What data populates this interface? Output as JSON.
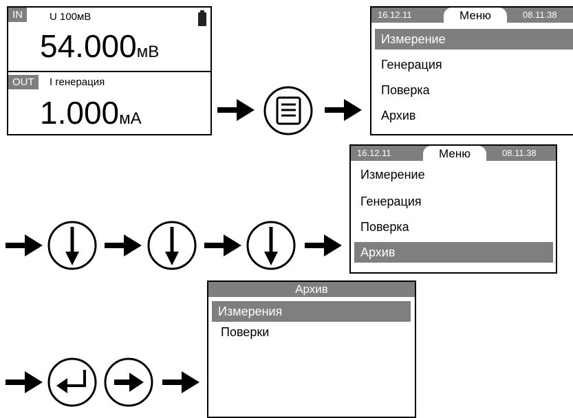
{
  "screen_main": {
    "in_tag": "IN",
    "in_channel": "U 100мВ",
    "in_value": "54.000",
    "in_unit": "мВ",
    "out_tag": "OUT",
    "out_channel": "I генерация",
    "out_value": "1.000",
    "out_unit": "мА"
  },
  "menu1": {
    "date": "16.12.11",
    "title": "Меню",
    "time": "08.11.38",
    "items": [
      "Измерение",
      "Генерация",
      "Поверка",
      "Архив"
    ],
    "selected": 0
  },
  "menu2": {
    "date": "16.12.11",
    "title": "Меню",
    "time": "08.11.38",
    "items": [
      "Измерение",
      "Генерация",
      "Поверка",
      "Архив"
    ],
    "selected": 3
  },
  "archive": {
    "title": "Архив",
    "items": [
      "Измерения",
      "Поверки"
    ],
    "selected": 0
  },
  "icons": {
    "step1": [
      "arrow-right-icon",
      "menu-button-icon",
      "arrow-right-icon"
    ],
    "step2": [
      "arrow-right-icon",
      "down-button-icon",
      "arrow-right-icon",
      "down-button-icon",
      "arrow-right-icon",
      "down-button-icon",
      "arrow-right-icon"
    ],
    "step3": [
      "arrow-right-icon",
      "enter-button-icon",
      "right-button-icon",
      "arrow-right-icon"
    ]
  },
  "colors": {
    "highlight": "#7f7f7f",
    "stroke": "#000000"
  }
}
